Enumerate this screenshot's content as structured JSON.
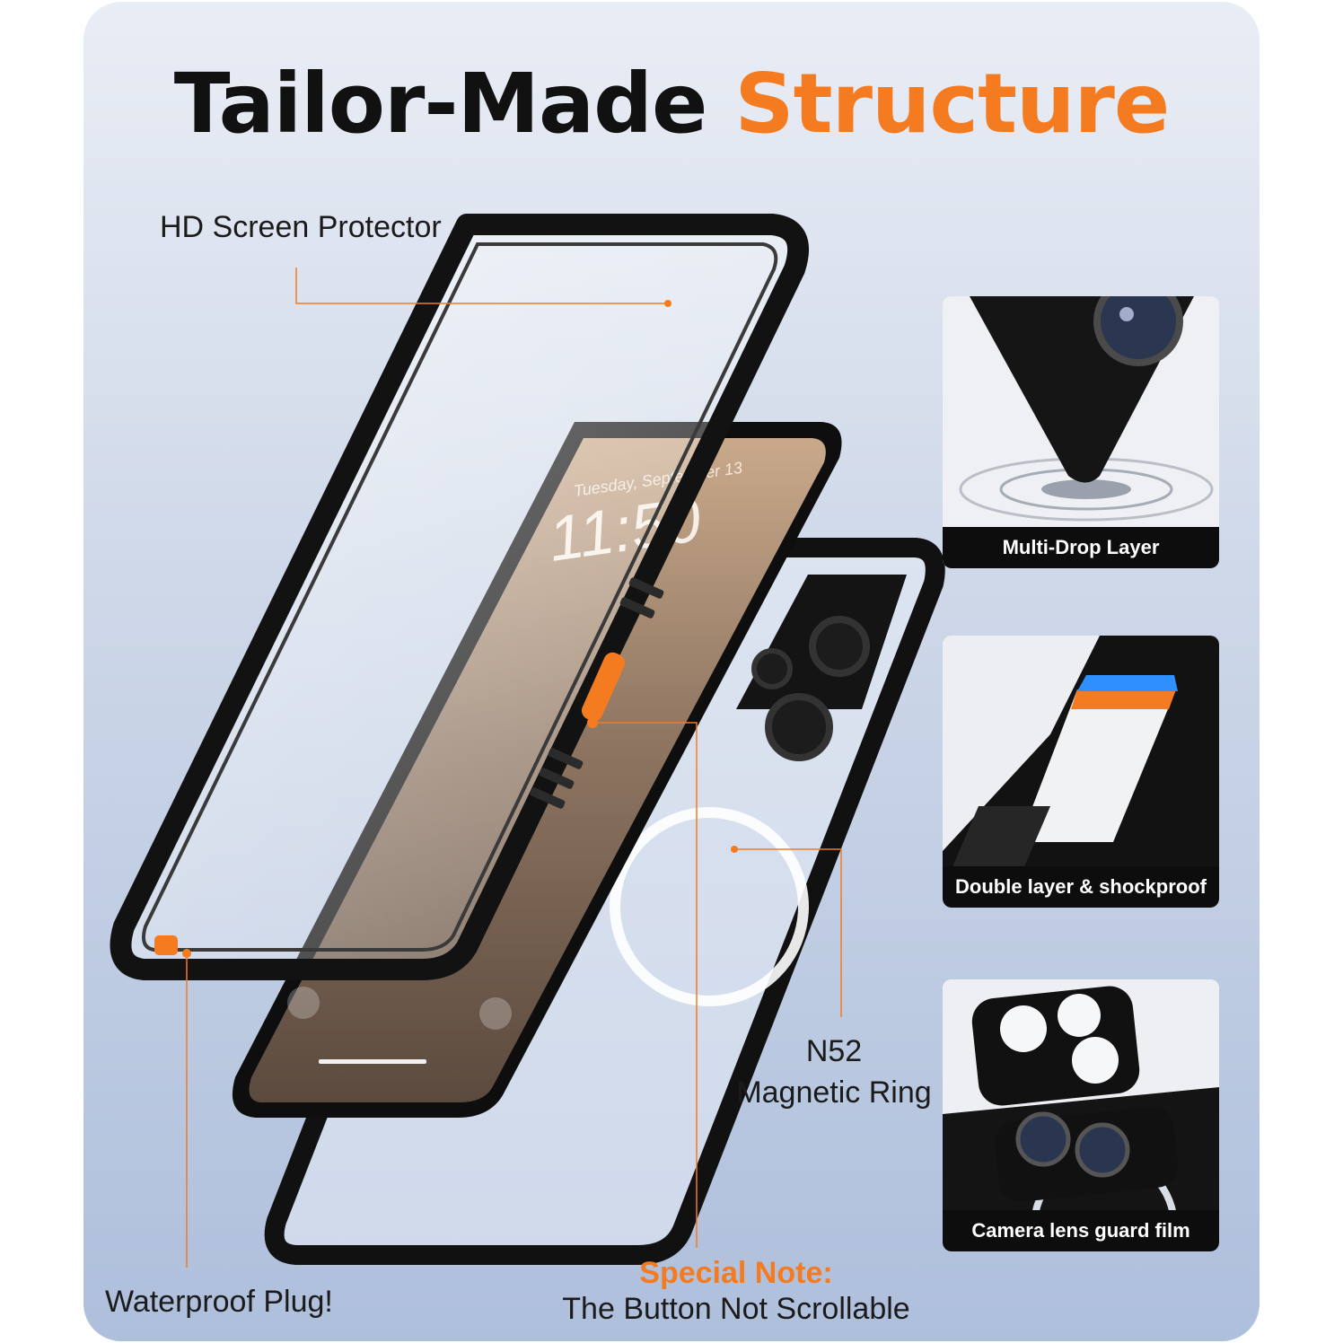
{
  "title": {
    "part1": "Tailor-Made",
    "part2": "Structure"
  },
  "callouts": {
    "screen_protector": "HD Screen Protector",
    "magnetic_line1": "N52",
    "magnetic_line2": "Magnetic Ring",
    "waterproof": "Waterproof Plug!",
    "special_title": "Special Note:",
    "special_text": "The Button Not Scrollable"
  },
  "tiles": [
    {
      "caption": "Multi-Drop Layer",
      "icon": "camera-corner-drop-icon"
    },
    {
      "caption": "Double layer & shockproof",
      "icon": "layer-cross-section-icon"
    },
    {
      "caption": "Camera lens guard film",
      "icon": "lens-guard-icon"
    }
  ],
  "phone_screen": {
    "date": "Tuesday, September 13",
    "time": "11:50"
  },
  "colors": {
    "accent": "#f47b20",
    "frame": "#141414",
    "caption_bg": "#0d0d0d"
  }
}
